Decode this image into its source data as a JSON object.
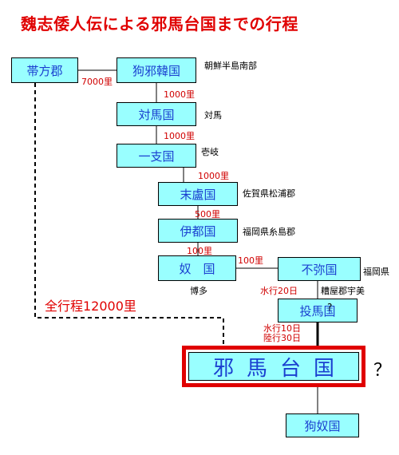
{
  "title": "魏志倭人伝による邪馬台国までの行程",
  "countries": {
    "taihou": "帯方郡",
    "kuyakan": "狗邪韓国",
    "tsushima": "対馬国",
    "iki": "一支国",
    "matsuro": "末盧国",
    "ito": "伊都国",
    "na": "奴　国",
    "fumi": "不弥国",
    "tsuma": "投馬国",
    "yamatai": "邪馬台国",
    "kuna": "狗奴国"
  },
  "distances": {
    "taihou_kuyakan": "7000里",
    "kuyakan_tsushima": "1000里",
    "tsushima_iki": "1000里",
    "iki_matsuro": "1000里",
    "matsuro_ito": "500里",
    "ito_na": "100里",
    "na_fumi": "100里",
    "fumi_tsuma": "水行20日",
    "tsuma_yamatai_water": "水行10日",
    "tsuma_yamatai_land": "陸行30日"
  },
  "notes": {
    "kuyakan": "朝鮮半島南部",
    "tsushima": "対馬",
    "iki": "壱岐",
    "matsuro": "佐賀県松浦郡",
    "ito": "福岡県糸島郡",
    "na": "博多",
    "fumi_right": "福岡県",
    "fumi_below": "糟屋郡宇美",
    "tsuma_q": "?",
    "yamatai_q": "？"
  },
  "total": "全行程12000里",
  "colors": {
    "title": "#e00000",
    "box_fill": "#99ffff",
    "box_text": "#1a3fd0",
    "distance": "#d00000",
    "frame": "#e00000"
  }
}
